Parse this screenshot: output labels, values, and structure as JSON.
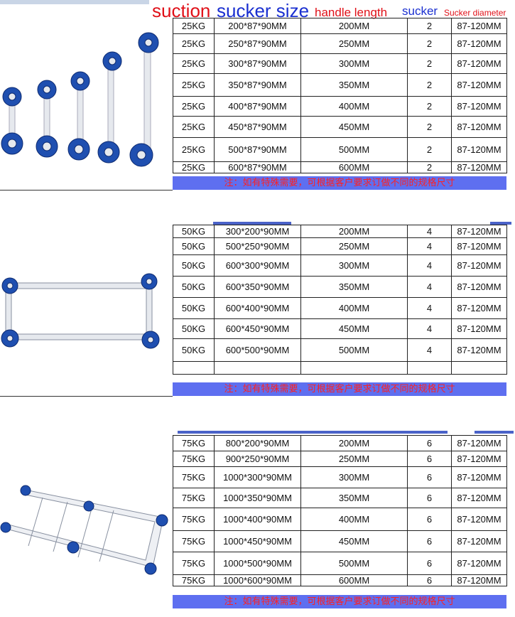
{
  "header": {
    "suction": "suction",
    "sucker_size": "sucker size",
    "handle_length": "handle length",
    "sucker": "sucker",
    "sucker_diameter": "Sucker diameter"
  },
  "colors": {
    "note_bg": "#5e6ff0",
    "note_text": "#ff2020",
    "header_red": "#e01018",
    "header_blue": "#1a2fd0",
    "sucker_blue": "#1f4fb0",
    "frame_gray": "#e6e9ee"
  },
  "note_text": "注：如有特殊需要，可根据客户要求订做不同的规格尺寸",
  "sections": [
    {
      "image": "double-sucker-handle-icon",
      "rows": [
        [
          "25KG",
          "200*87*90MM",
          "200MM",
          "2",
          "87-120MM"
        ],
        [
          "25KG",
          "250*87*90MM",
          "250MM",
          "2",
          "87-120MM"
        ],
        [
          "25KG",
          "300*87*90MM",
          "300MM",
          "2",
          "87-120MM"
        ],
        [
          "25KG",
          "350*87*90MM",
          "350MM",
          "2",
          "87-120MM"
        ],
        [
          "25KG",
          "400*87*90MM",
          "400MM",
          "2",
          "87-120MM"
        ],
        [
          "25KG",
          "450*87*90MM",
          "450MM",
          "2",
          "87-120MM"
        ],
        [
          "25KG",
          "500*87*90MM",
          "500MM",
          "2",
          "87-120MM"
        ],
        [
          "25KG",
          "600*87*90MM",
          "600MM",
          "2",
          "87-120MM"
        ]
      ]
    },
    {
      "image": "four-sucker-frame-icon",
      "rows": [
        [
          "50KG",
          "300*200*90MM",
          "200MM",
          "4",
          "87-120MM"
        ],
        [
          "50KG",
          "500*250*90MM",
          "250MM",
          "4",
          "87-120MM"
        ],
        [
          "50KG",
          "600*300*90MM",
          "300MM",
          "4",
          "87-120MM"
        ],
        [
          "50KG",
          "600*350*90MM",
          "350MM",
          "4",
          "87-120MM"
        ],
        [
          "50KG",
          "600*400*90MM",
          "400MM",
          "4",
          "87-120MM"
        ],
        [
          "50KG",
          "600*450*90MM",
          "450MM",
          "4",
          "87-120MM"
        ],
        [
          "50KG",
          "600*500*90MM",
          "500MM",
          "4",
          "87-120MM"
        ],
        [
          "",
          "",
          "",
          "",
          ""
        ]
      ]
    },
    {
      "image": "six-sucker-frame-icon",
      "rows": [
        [
          "75KG",
          "800*200*90MM",
          "200MM",
          "6",
          "87-120MM"
        ],
        [
          "75KG",
          "900*250*90MM",
          "250MM",
          "6",
          "87-120MM"
        ],
        [
          "75KG",
          "1000*300*90MM",
          "300MM",
          "6",
          "87-120MM"
        ],
        [
          "75KG",
          "1000*350*90MM",
          "350MM",
          "6",
          "87-120MM"
        ],
        [
          "75KG",
          "1000*400*90MM",
          "400MM",
          "6",
          "87-120MM"
        ],
        [
          "75KG",
          "1000*450*90MM",
          "450MM",
          "6",
          "87-120MM"
        ],
        [
          "75KG",
          "1000*500*90MM",
          "500MM",
          "6",
          "87-120MM"
        ],
        [
          "75KG",
          "1000*600*90MM",
          "600MM",
          "6",
          "87-120MM"
        ]
      ]
    }
  ]
}
